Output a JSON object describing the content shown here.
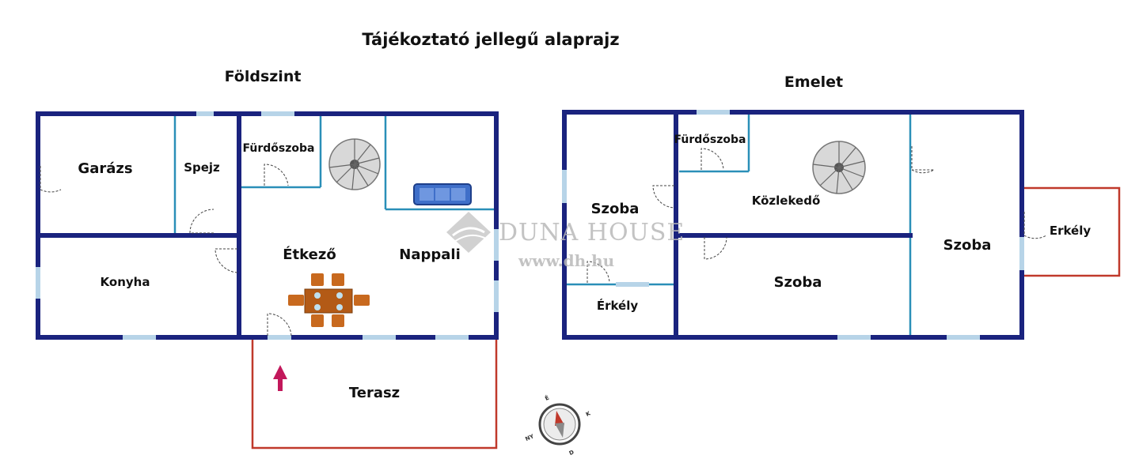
{
  "title": "Tájékoztató jellegű alaprajz",
  "ground_floor": {
    "label": "Földszint",
    "rooms": {
      "garage": "Garázs",
      "pantry": "Spejz",
      "bathroom": "Fürdőszoba",
      "kitchen": "Konyha",
      "dining": "Étkező",
      "living": "Nappali",
      "terrace": "Terasz"
    }
  },
  "upper_floor": {
    "label": "Emelet",
    "rooms": {
      "room_left": "Szoba",
      "bathroom": "Fürdőszoba",
      "corridor": "Közlekedő",
      "room_middle": "Szoba",
      "room_right": "Szoba",
      "balcony_left": "Érkély",
      "balcony_right": "Erkély"
    }
  },
  "watermark": {
    "brand": "DUNA HOUSE",
    "url": "www.dh.hu"
  },
  "compass": {
    "north": "É",
    "east": "K",
    "south": "D",
    "west": "NY"
  },
  "colors": {
    "outer_wall": "#1a237e",
    "inner_wall": "#2a8fb8",
    "window": "#b7d4e8",
    "terrace_outline": "#c0392b",
    "entrance_arrow": "#c2185b",
    "furniture": "#c8691e"
  }
}
